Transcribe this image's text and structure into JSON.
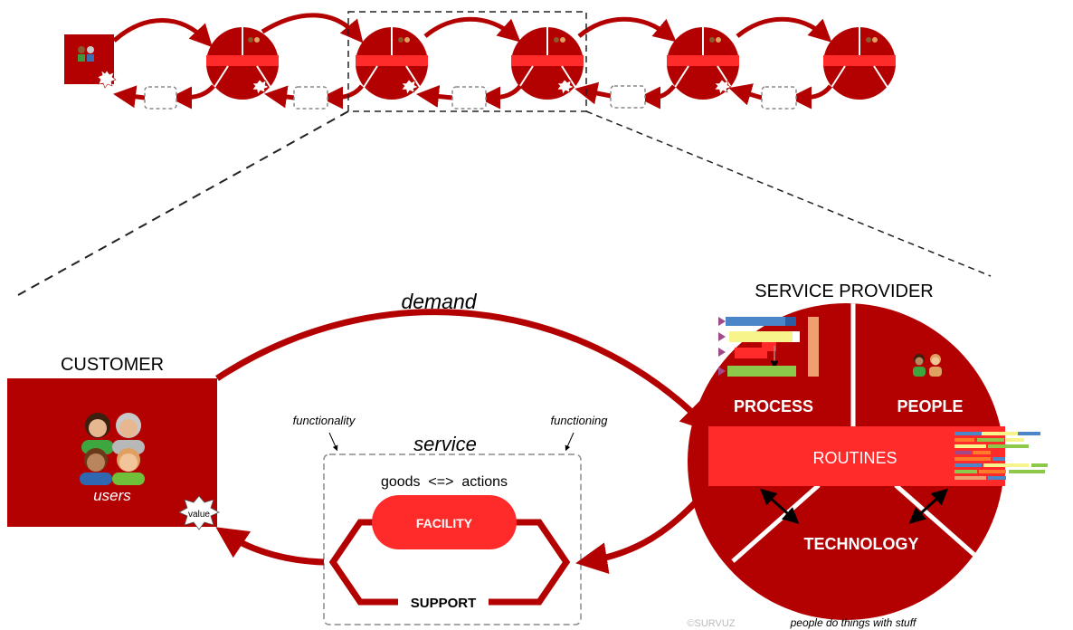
{
  "colors": {
    "dark_red": "#b30000",
    "bright_red": "#ff2a2a",
    "white": "#ffffff",
    "dashed_gray": "#8a8a8a",
    "black": "#000000"
  },
  "customer": {
    "title": "CUSTOMER",
    "users_label": "users",
    "value_badge": "value"
  },
  "provider": {
    "title": "SERVICE PROVIDER",
    "process": "PROCESS",
    "people": "PEOPLE",
    "routines": "ROUTINES",
    "technology": "TECHNOLOGY",
    "caption": "people do things with stuff"
  },
  "service": {
    "title": "service",
    "functionality": "functionality",
    "functioning": "functioning",
    "goods_actions": "goods  <=>  actions",
    "facility": "FACILITY",
    "support": "SUPPORT"
  },
  "flows": {
    "demand": "demand"
  },
  "copyright": "©SURVUZ",
  "icons": [
    "users-group-icon",
    "value-burst-icon",
    "process-gantt-icon",
    "people-pair-icon",
    "routines-bars-icon",
    "double-arrow-icon",
    "mini-people-icon"
  ]
}
